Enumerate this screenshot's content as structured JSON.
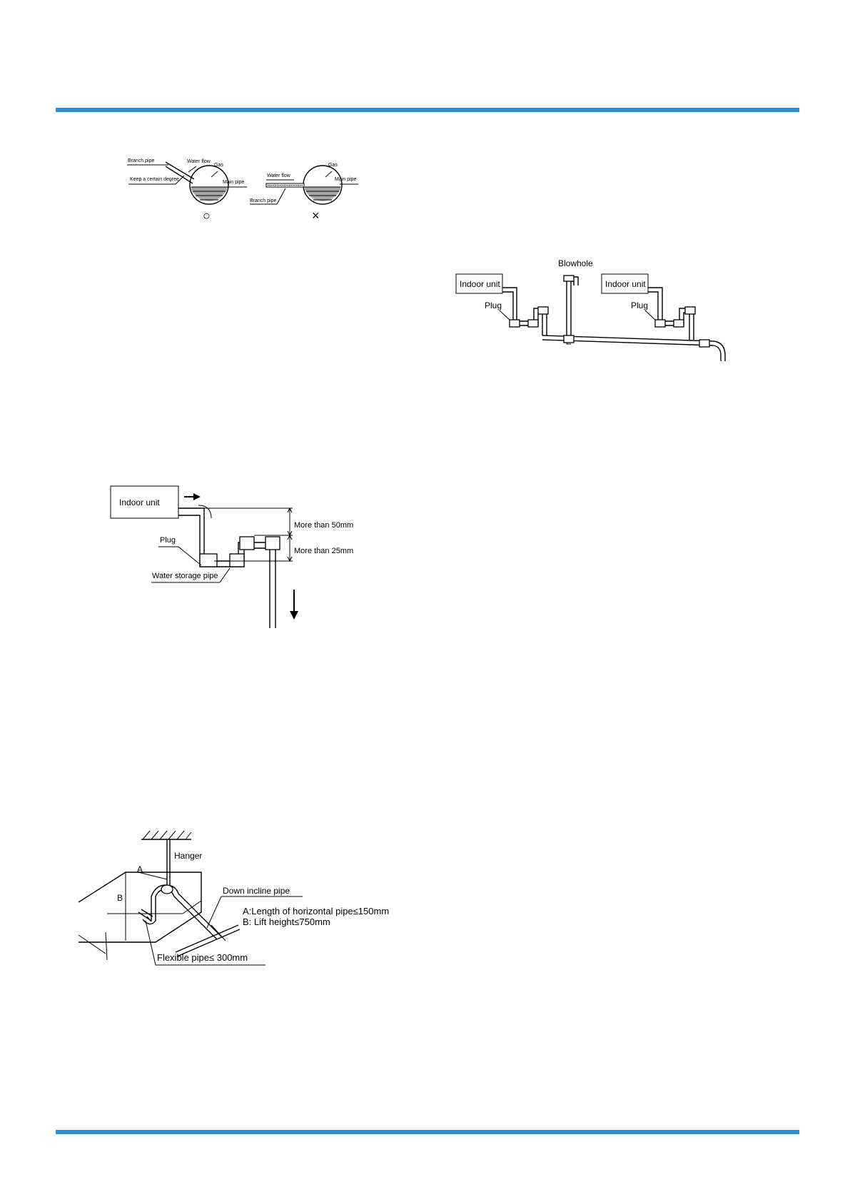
{
  "colors": {
    "rule": "#2b8fd6"
  },
  "fig_branch": {
    "branch_pipe": "Branch pipe",
    "water_flow": "Water flow",
    "gas": "Gas",
    "keep_degree": "Keep a certain degree",
    "main_pipe": "Main pipe",
    "mark_correct": "○",
    "mark_wrong": "×"
  },
  "fig_blowhole": {
    "blowhole": "Blowhole",
    "indoor_unit_left": "Indoor unit",
    "indoor_unit_right": "Indoor unit",
    "plug_left": "Plug",
    "plug_right": "Plug"
  },
  "fig_trap": {
    "indoor_unit": "Indoor  unit",
    "plug": "Plug",
    "water_storage_pipe": "Water storage pipe",
    "more_50": "More than 50mm",
    "more_25": "More than 25mm"
  },
  "fig_hanger": {
    "hanger": "Hanger",
    "down_incline": "Down incline pipe",
    "a_spec": "A:Length of horizontal pipe≤150mm",
    "b_spec": "B: Lift height≤750mm",
    "label_a": "A",
    "label_b": "B",
    "flexible": "Flexible pipe≤ 300mm"
  }
}
